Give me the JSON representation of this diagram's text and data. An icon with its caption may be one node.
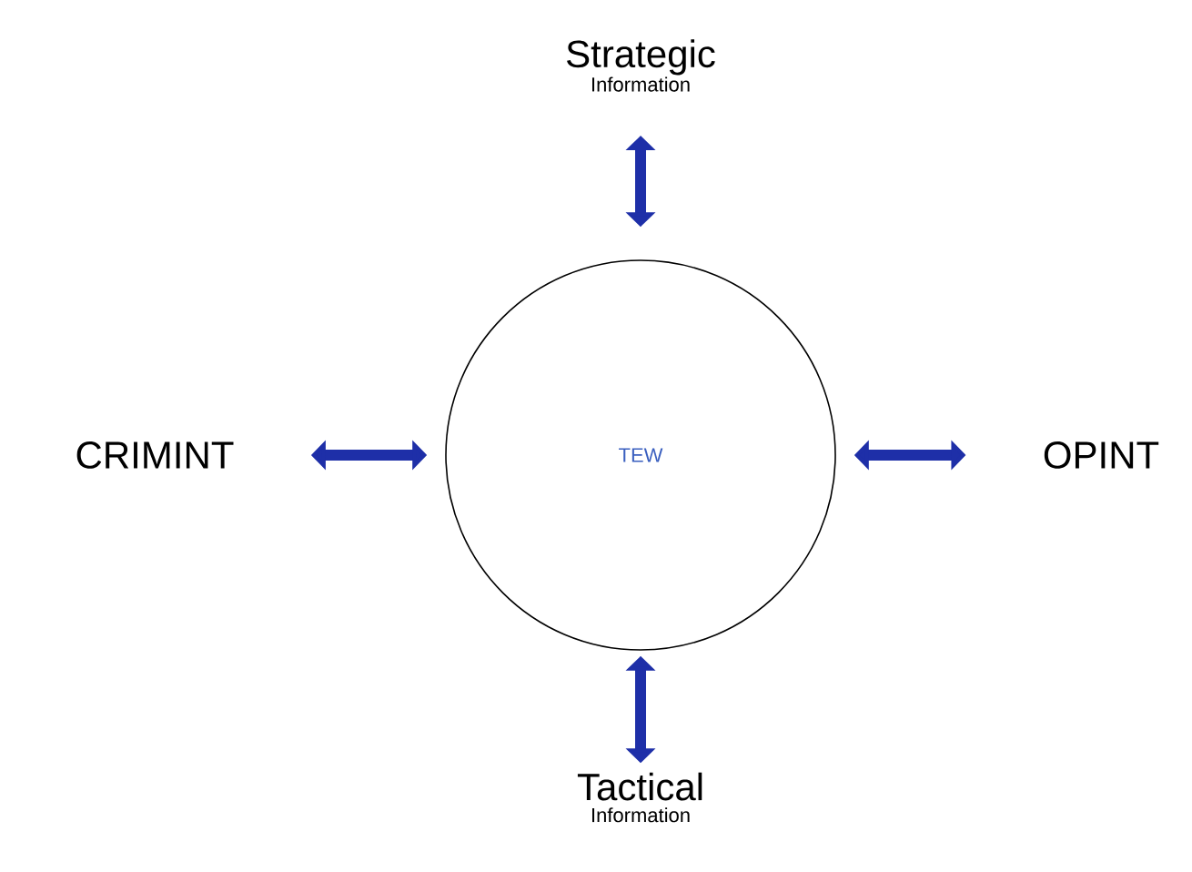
{
  "diagram": {
    "nodes": [
      {
        "text": [
          "TEW"
        ]
      },
      {
        "text": [
          "Strategic",
          "Information"
        ]
      },
      {
        "text": [
          "CRIMINT"
        ]
      },
      {
        "text": [
          "OPINT"
        ]
      },
      {
        "text": [
          "Tactical",
          "Information"
        ]
      }
    ],
    "edges": [
      {
        "from": 0,
        "to": 1,
        "arrow": "both"
      },
      {
        "from": 0,
        "to": 2,
        "arrow": "both"
      },
      {
        "from": 0,
        "to": 3,
        "arrow": "both"
      },
      {
        "from": 0,
        "to": 4,
        "arrow": "both"
      }
    ]
  }
}
